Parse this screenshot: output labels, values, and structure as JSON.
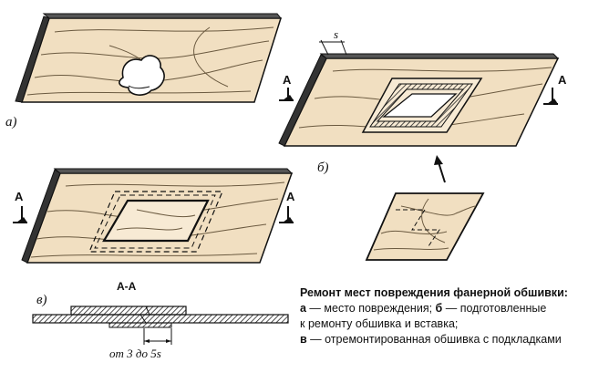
{
  "labels": {
    "a": "а)",
    "b": "б)",
    "v": "в)",
    "section": "А-А",
    "arrow_A": "А",
    "dim_s": "s",
    "dim_range": "от 3 до 5s"
  },
  "caption": {
    "title": "Ремонт мест повреждения фанерной обшивки:",
    "a_key": "а",
    "a_text": " — место повреждения; ",
    "b_key": "б",
    "b_text": " — подготовленные",
    "line2": "к  ремонту обшивка и вставка;",
    "v_key": "в",
    "v_text": " — отремонтированная обшивка с подкладками"
  }
}
